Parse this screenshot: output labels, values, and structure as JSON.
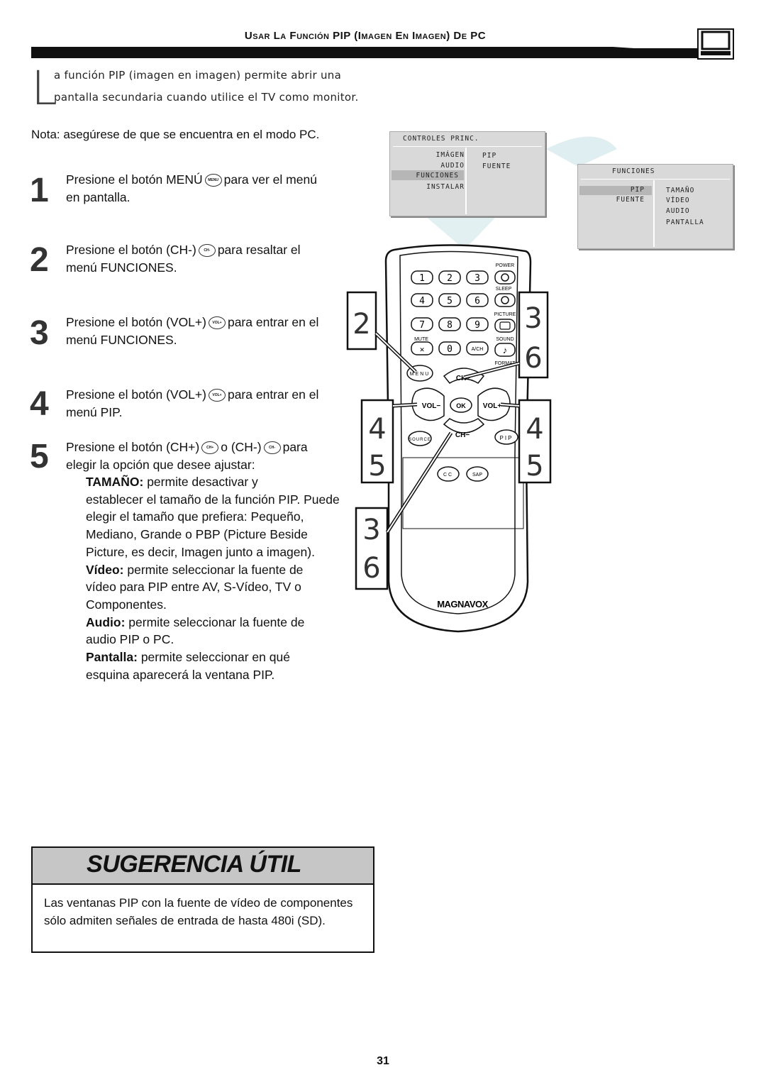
{
  "header": {
    "title": "Usar La Función PIP (Imagen En Imagen) De PC",
    "icon": "pc-monitor-icon"
  },
  "intro": {
    "drop_letter": "L",
    "line1": "a función PIP (imagen en imagen) permite abrir una",
    "line2": "pantalla secundaria cuando utilice el TV como monitor."
  },
  "note": "Nota: asegúrese de que se encuentra en el modo PC.",
  "steps": [
    {
      "num": "1",
      "pre": "Presione el botón MENÚ",
      "icon": "MENU",
      "post": "para ver el menú",
      "line2": "en pantalla."
    },
    {
      "num": "2",
      "pre": "Presione el botón (CH-)",
      "icon": "CH-",
      "post": "para resaltar el",
      "line2": "menú FUNCIONES."
    },
    {
      "num": "3",
      "pre": "Presione el botón (VOL+)",
      "icon": "VOL+",
      "post": "para entrar en el",
      "line2": "menú FUNCIONES."
    },
    {
      "num": "4",
      "pre": "Presione el botón (VOL+)",
      "icon": "VOL+",
      "post": "para entrar en el",
      "line2": "menú PIP."
    },
    {
      "num": "5",
      "pre": "Presione el botón (CH+)",
      "icon": "CH+",
      "mid": "o (CH-)",
      "icon2": "CH-",
      "post": "para",
      "line2": "elegir la opción que desee ajustar:"
    }
  ],
  "options": {
    "tamano_label": "TAMAÑO:",
    "tamano_l1": "permite desactivar y",
    "tamano_l2": "establecer el tamaño de la función PIP. Puede",
    "tamano_l3": "elegir el tamaño que prefiera: Pequeño,",
    "tamano_l4": "Mediano, Grande o PBP (Picture Beside",
    "tamano_l5": "Picture, es decir, Imagen junto a imagen).",
    "video_label": "Vídeo:",
    "video_l1": "permite seleccionar la fuente de",
    "video_l2": "vídeo para PIP entre AV, S-Vídeo, TV o",
    "video_l3": "Componentes.",
    "audio_label": "Audio:",
    "audio_l1": "permite seleccionar la fuente de",
    "audio_l2": "audio PIP o PC.",
    "pantalla_label": "Pantalla:",
    "pantalla_l1": "permite seleccionar en qué",
    "pantalla_l2": "esquina aparecerá la ventana PIP."
  },
  "menu_main": {
    "title": "CONTROLES PRINC.",
    "items": [
      "IMÁGEN",
      "AUDIO",
      "FUNCIONES",
      "INSTALAR"
    ],
    "sub": [
      "PIP",
      "FUENTE"
    ]
  },
  "menu_funciones": {
    "title": "FUNCIONES",
    "items": [
      "PIP",
      "FUENTE"
    ],
    "sub": [
      "TAMAÑO",
      "VÍDEO",
      "AUDIO",
      "PANTALLA"
    ]
  },
  "remote": {
    "labels": {
      "power": "POWER",
      "sleep": "SLEEP",
      "picture": "PICTURE",
      "mute": "MUTE",
      "sound": "SOUND",
      "format": "FORMAT",
      "menu": "MENU",
      "ch_plus": "CH+",
      "ch_minus": "CH−",
      "vol_minus": "VOL−",
      "vol_plus": "VOL+",
      "ok": "OK",
      "source": "SOURCE",
      "pip": "PIP",
      "cc": "CC",
      "sap": "SAP",
      "ach": "A/CH",
      "brand": "MAGNAVOX"
    },
    "digits": [
      "1",
      "2",
      "3",
      "4",
      "5",
      "6",
      "7",
      "8",
      "9",
      "0"
    ],
    "callouts": [
      "2",
      "3",
      "6",
      "4",
      "5",
      "4",
      "5",
      "3",
      "6"
    ]
  },
  "tip": {
    "title": "SUGERENCIA ÚTIL",
    "line1": "Las ventanas PIP con la fuente de vídeo de componentes",
    "line2": "sólo admiten señales de entrada de hasta 480i (SD)."
  },
  "page_number": "31"
}
